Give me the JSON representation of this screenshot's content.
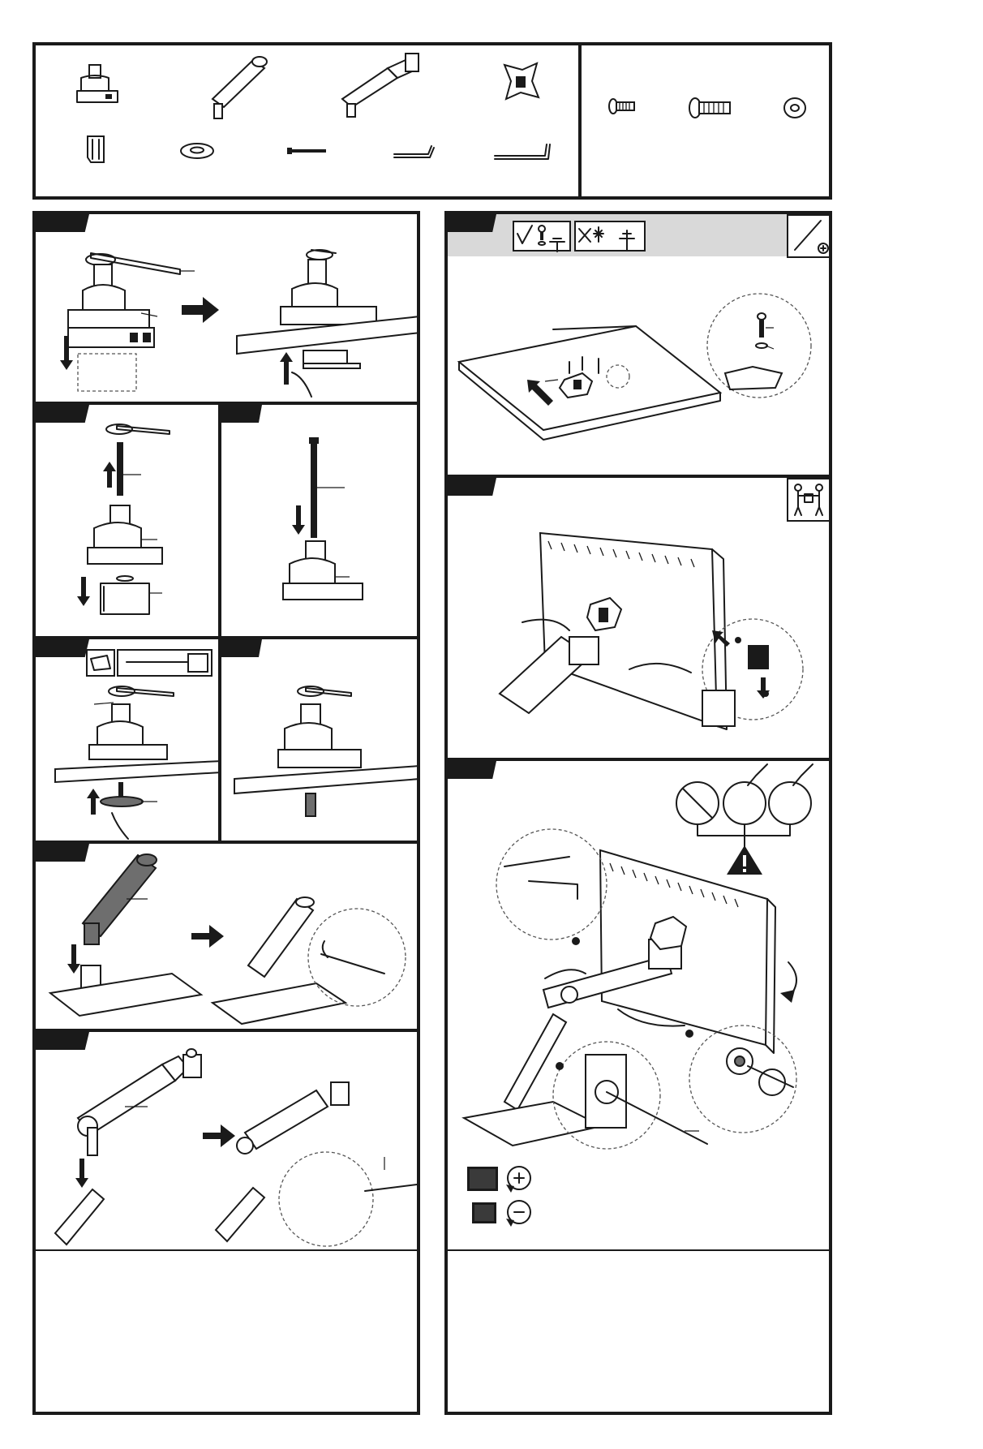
{
  "parts_list": {
    "parts": [
      {
        "name": "clamp-base"
      },
      {
        "name": "lower-arm"
      },
      {
        "name": "upper-arm"
      },
      {
        "name": "vesa-plate"
      },
      {
        "name": "cable-clip"
      },
      {
        "name": "grommet-plate"
      },
      {
        "name": "long-bolt"
      },
      {
        "name": "small-allen-key"
      },
      {
        "name": "large-allen-key"
      }
    ],
    "hardware": [
      {
        "name": "short-screw"
      },
      {
        "name": "long-screw"
      },
      {
        "name": "washer"
      }
    ]
  },
  "steps": {
    "clamp_install": {
      "icon": "allen-key-icon"
    },
    "remove_clamp": {
      "icon": "allen-key-icon"
    },
    "insert_bolt": {
      "icon": "bolt-icon"
    },
    "drill_hole": {
      "icon": "drill-icon"
    },
    "grommet_done": {
      "icon": "bolt-icon"
    },
    "lower_arm": {
      "icon": "arm-icon"
    },
    "upper_arm": {
      "icon": "arm-icon"
    },
    "vesa_attach": {
      "icons": [
        "check-icon",
        "screw-icon",
        "cross-icon",
        "screwdriver-icon"
      ]
    },
    "hang_monitor": {
      "icons": [
        "two-people-icon"
      ]
    },
    "adjust_tension": {
      "icons": [
        "no-icon",
        "check-icon",
        "warning-icon",
        "plus-rotate-icon",
        "minus-rotate-icon"
      ]
    }
  },
  "colors": {
    "ink": "#1a1a1a",
    "panel": "#d9d9d9",
    "accent_grey": "#6e6e6e"
  }
}
